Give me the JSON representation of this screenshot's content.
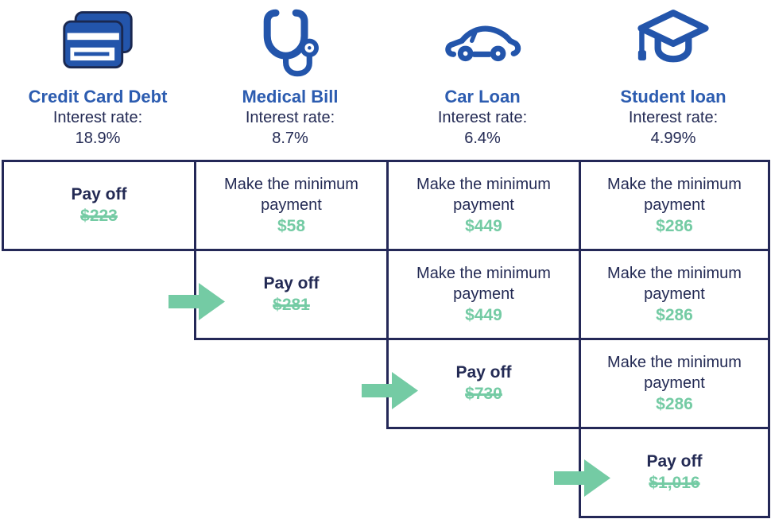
{
  "colors": {
    "title_blue": "#2C5CB0",
    "icon_blue": "#2355AB",
    "navy_text": "#232A54",
    "green": "#74CBA4",
    "table_border": "#242857"
  },
  "columns": [
    {
      "icon": "credit-card-icon",
      "title": "Credit Card Debt",
      "interest_label": "Interest rate:",
      "rate": "18.9%"
    },
    {
      "icon": "stethoscope-icon",
      "title": "Medical Bill",
      "interest_label": "Interest rate:",
      "rate": "8.7%"
    },
    {
      "icon": "car-icon",
      "title": "Car Loan",
      "interest_label": "Interest rate:",
      "rate": "6.4%"
    },
    {
      "icon": "graduation-cap-icon",
      "title": "Student loan",
      "interest_label": "Interest rate:",
      "rate": "4.99%"
    }
  ],
  "rows": [
    {
      "cells": [
        {
          "column": "Credit Card Debt",
          "type": "payoff",
          "label": "Pay off",
          "amount": "$223",
          "strikethrough": true,
          "arrow": false
        },
        {
          "column": "Medical Bill",
          "type": "minimum",
          "label": "Make the minimum payment",
          "amount": "$58"
        },
        {
          "column": "Car Loan",
          "type": "minimum",
          "label": "Make the minimum payment",
          "amount": "$449"
        },
        {
          "column": "Student loan",
          "type": "minimum",
          "label": "Make the minimum payment",
          "amount": "$286"
        }
      ]
    },
    {
      "cells": [
        {
          "column": "Medical Bill",
          "type": "payoff",
          "label": "Pay off",
          "amount": "$281",
          "strikethrough": true,
          "arrow": true
        },
        {
          "column": "Car Loan",
          "type": "minimum",
          "label": "Make the minimum payment",
          "amount": "$449"
        },
        {
          "column": "Student loan",
          "type": "minimum",
          "label": "Make the minimum payment",
          "amount": "$286"
        }
      ]
    },
    {
      "cells": [
        {
          "column": "Car Loan",
          "type": "payoff",
          "label": "Pay off",
          "amount": "$730",
          "strikethrough": true,
          "arrow": true
        },
        {
          "column": "Student loan",
          "type": "minimum",
          "label": "Make the minimum payment",
          "amount": "$286"
        }
      ]
    },
    {
      "cells": [
        {
          "column": "Student loan",
          "type": "payoff",
          "label": "Pay off",
          "amount": "$1,016",
          "strikethrough": true,
          "arrow": true
        }
      ]
    }
  ]
}
